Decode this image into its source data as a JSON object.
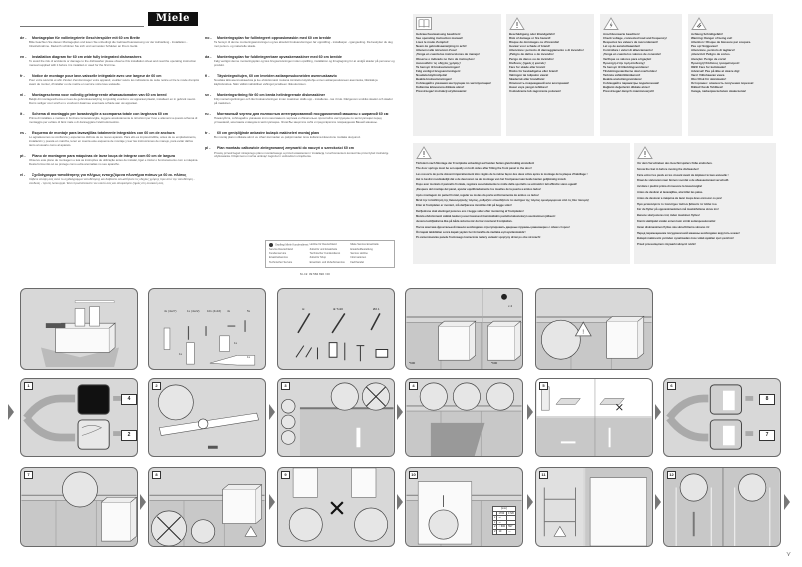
{
  "brand": "Miele",
  "left_column": [
    {
      "code": "de",
      "title": "Montageplan für vollintegrierte Geschirrspüler mit 60 cm Breite",
      "body": "Bitte beachten Sie diesen Montageplan und lesen Sie unbedingt die Gebrauchsanweisung vor der Aufstellung - Installation - Inbetriebnahme. Dadurch schützen Sie sich und vermeiden Schäden an Ihrem Gerät."
    },
    {
      "code": "en",
      "title": "Installation diagram for 60 cm wide fully integrated dishwashers",
      "body": "To avoid the risk of accidents or damage to the dishwasher please observe this installation sheet and read the operating instruction manual supplied with it before it is installed or used for the first time."
    },
    {
      "code": "fr",
      "title": "Notice de montage pour lave-vaisselle intégrable avec une largeur de 60 cm",
      "body": "Pour votre sécurité et afin d'éviter d'endommager votre appareil, veuillez suivre les indications de cette notice et lire le mode d'emploi avant de monter, d'installer ou de mettre en service votre lave-vaisselle."
    },
    {
      "code": "nl",
      "title": "Montageschema voor volledig geïntegreerde afwasautomaten van 60 cm breed",
      "body": "Bekijk dit montageschema en lees de gebruiksaanwijzing zorgvuldig voordat u uw apparaat plaatst, installeert en in gebruik neemt. Dat is veiliger voor uzelf en u voorkomt daarmee eventuele schade aan uw apparaat."
    },
    {
      "code": "it",
      "title": "Schema di montaggio per lavastoviglie a scomparsa totale con larghezza 60 cm",
      "body": "Prima di installare e mettere in funzione la lavastoviglie, leggere assolutamente le istruzioni per l'uso e attenersi a questo schema di montaggio per evitare di farsi male o di danneggiare l'elettrodomestico."
    },
    {
      "code": "es",
      "title": "Esquema de montaje para lavavajillas totalmente integrables con 60 cm de anchura",
      "body": "Lo agradecemos su confianza y esperamos disfrute de su nuevo aparato. Para ello es imprescindible, antes de su emplazamiento, instalación y puesta en marcha, tener en cuenta este esquema de montaje y leer las instrucciones de manejo, para evitar daños tanto al usuario como al aparato."
    },
    {
      "code": "pt",
      "title": "Plano de montagem para máquinas de lavar louça de integrar com 60 cm de largura",
      "body": "Observe este plano de montagem e leia as instruções de utilização antes de instalar, ligar e iniciar o funcionamento com a máquina. Desta forma não só se protege como evita anomalias no seu aparelho."
    },
    {
      "code": "el",
      "title": "Σχεδιάγραμμα τοποθέτησης για πλήρως εντοιχιζόμενα πλυντήρια πιάτων με 60 εκ. πλάτος",
      "body": "Λάβετε υπόψη σας αυτό το σχεδιάγραμμα τοποθέτησης και διαβάστε οπωσδήποτε τις οδηγίες χρήσης πριν από την τοποθέτηση - σύνδεση - πρώτη λειτουργία. Έτσι προστατεύεστε τον εαυτό σας και αποφεύγετε ζημιές στη συσκευή σας."
    }
  ],
  "mid_column": [
    {
      "code": "no",
      "title": "Monteringsplan for fullintegrert oppvaskmaskin med 60 cm bredde",
      "body": "Ta hensyn til denne monteringsanvisningen og les absolutt bruksanvisningen før oppstilling - installasjon - igangsetting. Da beskytter du deg mot person- og materielle skade."
    },
    {
      "code": "da",
      "title": "Monteringsplan for fuldintegrerbare opvaskemaskiner med 60 cm bredde",
      "body": "Følg venligst denne monteringsplan og læs brugsanvisningen inden opstilling, installation og ibrugtagning for at undgå skader på personer og produkt."
    },
    {
      "code": "fi",
      "title": "Täysintegroitujen, 60 cm leveiden astianpesukoneiden asennuskaavio",
      "body": "Noudata tätä asennuskaaviota ja lue ehdottomasti mukana toimitettu käyttöohje ennen astianpesukoneen asennusta, liitäntää ja käyttöönottoa. Näin vältät mahdolliset vahingot ja laitteen rikkoutumisen."
    },
    {
      "code": "sv",
      "title": "Monteringsritning för 60 cm breda helintegrerade diskmaskiner",
      "body": "Följ monteringsritningen och läs bruksanvisningen innan maskinen ställs upp - installeras - tas i bruk. Därigenom undviks skador och skador på maskinen."
    },
    {
      "code": "ru",
      "title": "Монтажный чертеж для полностью интегрированной посудомоечной машины с шириной 60 см",
      "body": "Пожалуйста, соблюдайте указания этого монтажного чертежа и обязательно прочитайте инструкцию по эксплуатации перед установкой, монтажом и вводом в эксплуатацию. Этим Вы защитите себя и предотвратите повреждения Вашей машины."
    },
    {
      "code": "tr",
      "title": "60 cm genişliğinde ankastre bulaşık makineleri montaj planı",
      "body": "Bu montaj planını dikkate alınız ve cihazı kurmadan ve çalıştırmadan önce kullanma kılavuzunu mutlaka okuyunuz."
    },
    {
      "code": "pl",
      "title": "Plan montażu całkowicie zintegrowanej zmywarki do naczyń o szerokości 60 cm",
      "body": "Proszę przestrzegać niniejszego planu montażowego a przed ustawieniem / instalacją / uruchomieniem koniecznie przeczytać instrukcję użytkowania. Dzięki temu można uniknąć zagrożeń i uszkodzeń urządzenia."
    }
  ],
  "notice": {
    "lines": [
      "Gepflegt Miele Kundendienst",
      "Hotline für Deutschland",
      "Miele Service Ersatzteile",
      "Service Deutschland",
      "Zubehör und Ersatzteile",
      "Ersatzteilbestellung",
      "Kundenservice",
      "Technischer Kundendienst",
      "Service Hotline",
      "Ersatzteilservice",
      "Zubehör Shop",
      "Informationen",
      "Technischer Service",
      "Ersatzteil- und Zubehörservice",
      "Fachhandel"
    ]
  },
  "article_number": "M.-Nr. 09 584 690 / 00",
  "warning_boxes": [
    {
      "icon": "book-icon",
      "lines": [
        "Gebrauchsanweisung beachten!",
        "See operating instruction manual!",
        "Lisez le mode d'emploi!",
        "Neem de gebruiksaanwijzing in acht!",
        "Attenersi alle istruzioni d'uso!",
        "¡Tenga en cuenta las instrucciones de manejo!",
        "Observe o indicado no livro de instruções!",
        "Ακολουθείτε τις οδηγίες χρήσης!",
        "Ta hensyn til bruksanvisningen!",
        "Følg venligst brugsanvisningen!",
        "Noudata käyttöohjeita!",
        "Beakta bruksanvisningen!",
        "Соблюдайте указания инструкции по эксплуатации!",
        "Kullanma kılavuzuna dikkate alınız!",
        "Przestrzegać instrukcji użytkowania!"
      ]
    },
    {
      "icon": "warning-icon",
      "lines": [
        "Beschädigung oder Brandgefahr!",
        "Risk of damage or fire hazard!",
        "Risque de dommages ou d'incendie!",
        "Gevaar voor schade of brand!",
        "Attenzione: pericolo di danneggiamento o di incendio!",
        "¡Peligro de daños o de incendio!",
        "Perigo de danos ou de incêndio!",
        "Κίνδυνος ζημιάς ή φωτιάς!",
        "Fare for skade eller brann!",
        "Risiko for beskadigelse eller brand!",
        "Vahingon tai tulipalon vaara!",
        "Skaderisk eller brandfara!",
        "Опасность повреждений или возгорания!",
        "Hasar veya yangın tehlikesi!",
        "Uszkodzenie lub zagrożenie pożarem!"
      ]
    },
    {
      "icon": "electric-hazard-icon",
      "lines": [
        "Anschlusswerte beachten!",
        "Check voltage, connected load and frequency!",
        "Respectez les valeurs de raccordement!",
        "Let op de aansluitwaarden!",
        "Controllare i valori di allacciamento!",
        "¡Tenga en cuenta los valores de conexión!",
        "Verifique os valores para a ligação!",
        "Προσοχή στην τιμή σύνδεσης!",
        "Ta hensyn til tilkoblingsverdiene!",
        "Tilslutningsværdierne skal overholdes!",
        "Tarkista sähköliitäntäarvot!",
        "Beakta anslutningsvärdena!",
        "Соблюдайте параметры подключения!",
        "Bağlantı değerlerini dikkate alınız!",
        "Przestrzegać danych znamionowych!"
      ]
    },
    {
      "icon": "cut-hazard-icon",
      "lines": [
        "Achtung Schnittgefahr!",
        "Warning: Danger of being cut!",
        "Attention ! Risque de blessure par coupure.",
        "Pas op! Snijgevaar!",
        "Attenzione, pericolo di tagliarsi!",
        "¡Atención! Peligro de cortes.",
        "Atenção: Perigo de corte!",
        "Προσοχή! Κίνδυνος τραυματισμού!",
        "OBS! Fare for kuttskader!",
        "Advarsel! Pas på ikke at skære dig!",
        "Varo! Viiltohaavan vaara",
        "Obs! Risk för skärskador!",
        "Осторожно: опасность получения порезов!",
        "Dikkat! Kesik Tehlikesi!",
        "Uwaga, niebezpieczeństwo skaleczenia!"
      ]
    }
  ],
  "large_boxes": [
    {
      "icon": "warning-icon",
      "lines": [
        "Türfedern nach Montage der Frontplatte unbedingt auf beiden Seiten gleichmäßig einstellen!",
        "The door springs must be set equally on both sides after fitting the front panel to the door!",
        "Les ressorts de porte doivent impérativement être réglés de la même façon des deux côtés après le montage de la plaque d'habillage !",
        "Het is beslist noodzakelijk dat u de deurveren na de montage van het frontpaneel aan beide kanten gelijkmatig instelt.",
        "Dopo aver montato il pannello frontale, regolare assolutamente le molle della sportello su entrambi i lati affinché siano uguali!",
        "¡Después del montaje del panel, ajustar equilibradamente los muelles de la puerta a ambos lados!",
        "Após montagem do painel frontal, regular as molas da porta uniformemente de ambos os lados!",
        "Μετά την τοποθέτηση της διακοσμητικής πόρτας, ρυθμίζετε οπωσδήποτε τα ελατήρια της πόρτας ομοιόμορφα και από τις δύο πλευρές!",
        "Etter at frontplaten er montert, må dørfjærene innstilles likt på begge sider!",
        "Dørfjedrene skal ubetinget justeres ens i begge sider efter montering af frontpladen!",
        "Muista ehdottomasti säätää luukun jouset tasaisesti kummaltakin puolelta kalustelevyn asentamisen jälkeen!",
        "Justera luckfjädrarna lika på båda sidorna när du har monterat frontplattan.",
        "После монтажа фронтальной панели необходимо отрегулировать дверные пружины равномерно с обеих сторон!",
        "Ön kapak takıldıktan sonra kapak yayları her iki tarafta da mutlaka eşit ayarlanmalıdır!",
        "Po zamontowaniu panelu frontowego koniecznie należy ustawić sprężyny drzwi po obu stronach!"
      ]
    },
    {
      "icon": "warning-icon",
      "lines": [
        "Vor dem Verschieben des Geschirrspülers Füße eindrehen.",
        "Screw the feet in before moving the dishwasher!",
        "Faire entrer les pieds en les vissant avant de déplacer le lave-vaisselle !",
        "Draai de stelvoeten naar binnen voordat u de afwasautomaat verschuift.",
        "Avvitare i piedini prima di muovere la lavastoviglie!",
        "Antes de deslizar el lavavajillas, atornillar las patas.",
        "Antes de deslocar a máquina de lavar louça deve enroscar os pés!",
        "Πριν μετακινήσετε το πλυντήριο πιάτων βιδώστε τα πόδια του.",
        "Før du flytter på oppvaskmaskinen må maskinføttene skrus inn!",
        "Benene skal justeres ind, inden maskinen flyttes!",
        "Kierrä säätöjalat sisään ennen kuin siirrät astianpesukonetta!",
        "Innan diskmaskinen flyttas ska skruvfötterna skruvas in!",
        "Перед перемещением посудомоечной машины необходимо вкрутить ножки!",
        "Bulaşık makinesini yerinden oynatmadan önce vidalı ayakları içeri çeviriniz!",
        "Przed przesunięciem zmywarki wkręcić nóżki!"
      ]
    }
  ],
  "illustrations": {
    "parts_labels": [
      "4x (4x27)",
      "1x (4x22)",
      "10x (4x16)",
      "4x",
      "5x",
      "1x",
      "1x",
      "1x"
    ],
    "tools_labels": [
      "⊖",
      "⊕ Tx20",
      "Ø2.1"
    ],
    "steps": [
      "1",
      "2",
      "3",
      "4",
      "5",
      "6",
      "7",
      "8",
      "9",
      "10",
      "11",
      "12"
    ],
    "goto_step1": [
      "4",
      "2"
    ],
    "goto_step6": [
      "8",
      "7"
    ],
    "dim_labels": [
      "*600",
      "*600",
      "x 4"
    ],
    "mm_table": {
      "header": "[mm]",
      "cols": [
        "1700",
        "1720"
      ],
      "rows": [
        [
          "x",
          "⊸",
          ""
        ],
        [
          "x",
          "⊸",
          ""
        ],
        [
          "2",
          "○ 600",
          "597"
        ],
        [
          "2",
          "10",
          "—"
        ]
      ]
    }
  }
}
